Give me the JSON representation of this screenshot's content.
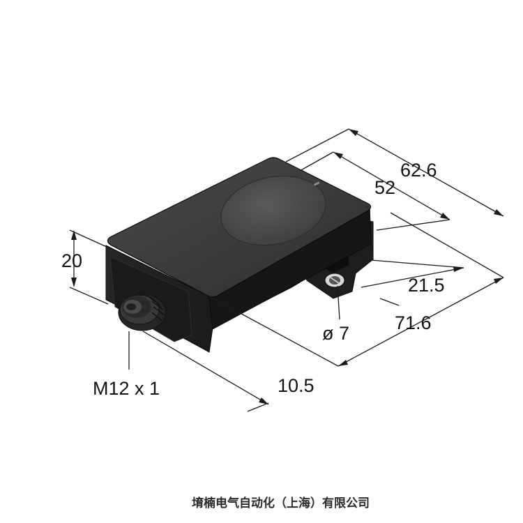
{
  "dimensions": {
    "length_total": "62.6",
    "hole_spacing": "52",
    "height": "20",
    "mount_offset": "21.5",
    "width_total": "71.6",
    "hole_diameter": "ø 7",
    "connector_thread": "M12 x 1",
    "connector_length": "10.5"
  },
  "footer": {
    "company": "堉楠电气自动化（上海）有限公司"
  },
  "colors": {
    "housing_top": "#3a3a3a",
    "housing_side": "#1c1c1c",
    "sensing_face": "#4a4a4a",
    "lines": "#1a1a1a"
  }
}
